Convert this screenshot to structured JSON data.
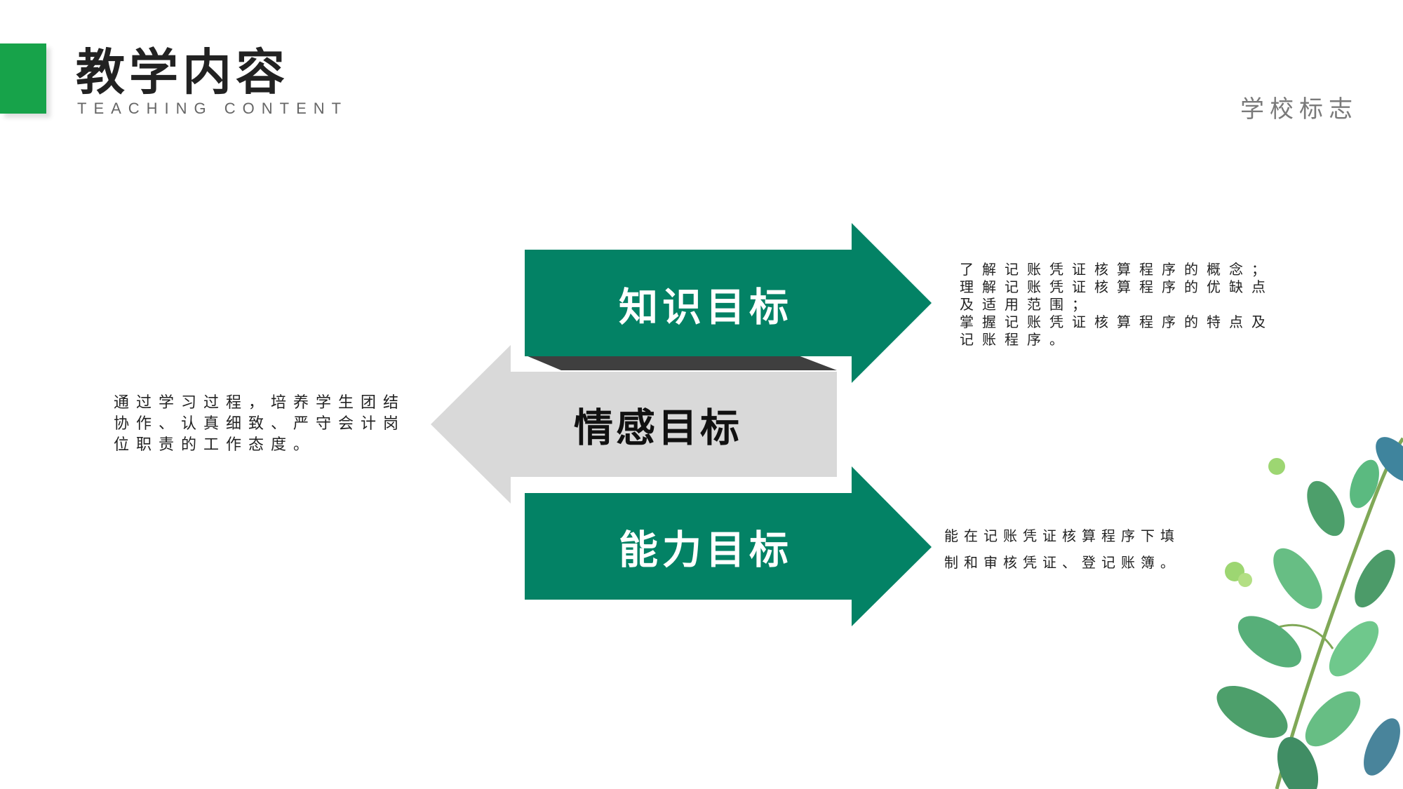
{
  "header": {
    "title_cn": "教学内容",
    "title_en": "TEACHING CONTENT",
    "school_logo": "学校标志"
  },
  "arrows": {
    "knowledge": "知识目标",
    "emotion": "情感目标",
    "ability": "能力目标"
  },
  "descriptions": {
    "knowledge_lines": [
      "了解记账凭证核算程序的概念；",
      "理解记账凭证核算程序的优缺点",
      "及适用范围；",
      "掌握记账凭证核算程序的特点及",
      "记账程序。"
    ],
    "emotion_lines": [
      "通过学习过程，培养学生团结",
      "协作、认真细致、严守会计岗",
      "位职责的工作态度。"
    ],
    "ability_lines": [
      "能在记账凭证核算程序下填",
      "制和审核凭证、登记账簿。"
    ]
  },
  "colors": {
    "accent_green": "#17a34a",
    "arrow_green": "#038265",
    "arrow_gray": "#d9d9d9",
    "shadow_dark": "#3f3f3f"
  }
}
